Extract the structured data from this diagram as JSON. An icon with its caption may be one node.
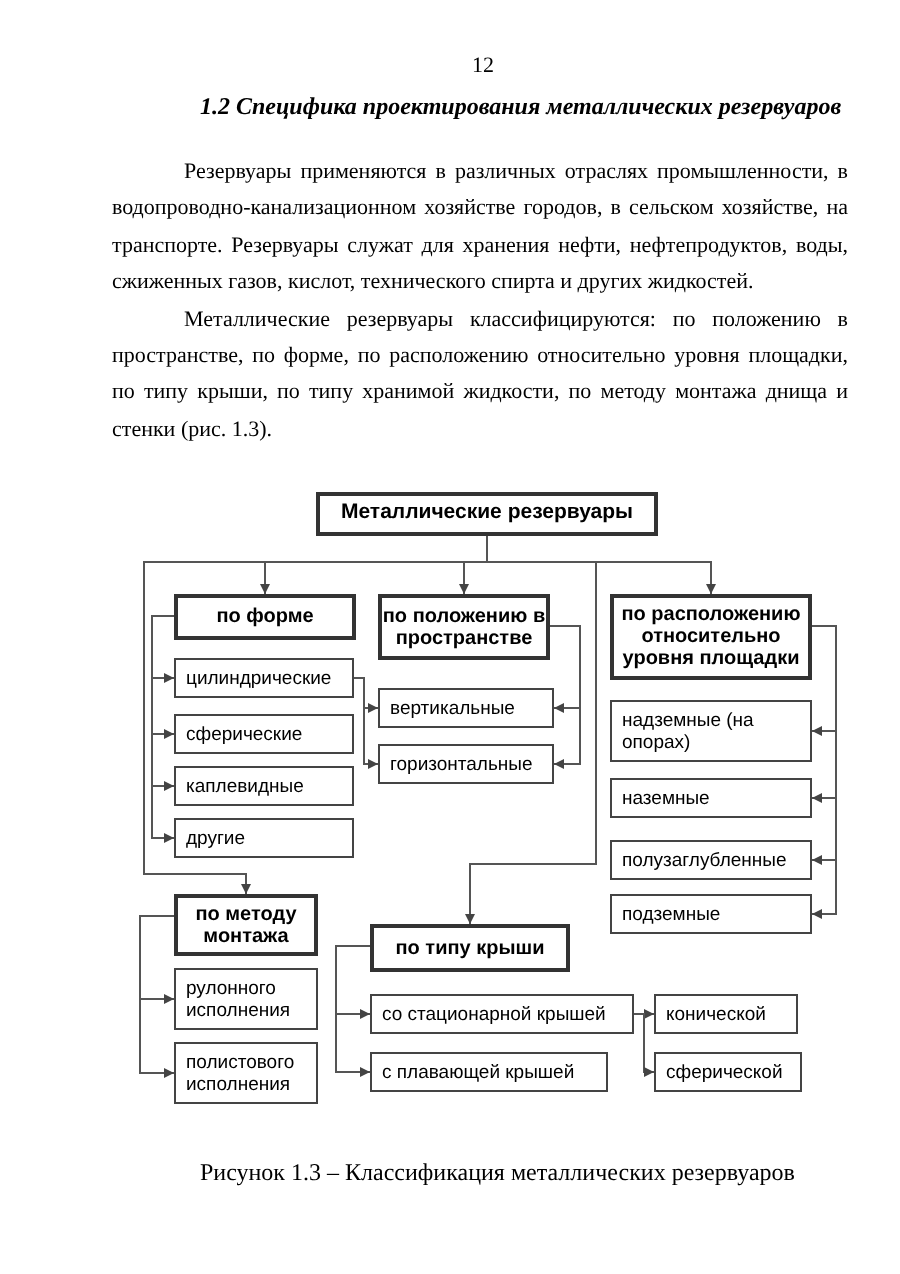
{
  "diagram": {
    "title": "1.2 Специфика проектирования металлических резервуаров",
    "caption": "Рисунок 1.3 – Классификация металлических резервуаров",
    "nodes": [
      {
        "text": [
          "Металлические резервуары"
        ]
      },
      {
        "text": [
          "по форме"
        ]
      },
      {
        "text": [
          "по положению в пространстве"
        ]
      },
      {
        "text": [
          "по расположению относительно уровня площадки"
        ]
      },
      {
        "text": [
          "цилиндрические"
        ]
      },
      {
        "text": [
          "сферические"
        ]
      },
      {
        "text": [
          "каплевидные"
        ]
      },
      {
        "text": [
          "другие"
        ]
      },
      {
        "text": [
          "вертикальные"
        ]
      },
      {
        "text": [
          "горизонтальные"
        ]
      },
      {
        "text": [
          "надземные (на опорах)"
        ]
      },
      {
        "text": [
          "наземные"
        ]
      },
      {
        "text": [
          "полузаглубленные"
        ]
      },
      {
        "text": [
          "подземные"
        ]
      },
      {
        "text": [
          "по методу монтажа"
        ]
      },
      {
        "text": [
          "по типу крыши"
        ]
      },
      {
        "text": [
          "рулонного исполнения"
        ]
      },
      {
        "text": [
          "полистового исполнения"
        ]
      },
      {
        "text": [
          "со стационарной крышей"
        ]
      },
      {
        "text": [
          "с плавающей крышей"
        ]
      },
      {
        "text": [
          "конической"
        ]
      },
      {
        "text": [
          "сферической"
        ]
      }
    ],
    "edges": [
      {
        "from": 0,
        "to": 1,
        "arrow": "to"
      },
      {
        "from": 0,
        "to": 2,
        "arrow": "to"
      },
      {
        "from": 0,
        "to": 3,
        "arrow": "to"
      },
      {
        "from": 0,
        "to": 14,
        "arrow": "to"
      },
      {
        "from": 0,
        "to": 15,
        "arrow": "to"
      },
      {
        "from": 1,
        "to": 4,
        "arrow": "to"
      },
      {
        "from": 1,
        "to": 5,
        "arrow": "to"
      },
      {
        "from": 1,
        "to": 6,
        "arrow": "to"
      },
      {
        "from": 1,
        "to": 7,
        "arrow": "to"
      },
      {
        "from": 2,
        "to": 8,
        "arrow": "to"
      },
      {
        "from": 2,
        "to": 9,
        "arrow": "to"
      },
      {
        "from": 4,
        "to": 8,
        "arrow": "to"
      },
      {
        "from": 4,
        "to": 9,
        "arrow": "to"
      },
      {
        "from": 3,
        "to": 10,
        "arrow": "to"
      },
      {
        "from": 3,
        "to": 11,
        "arrow": "to"
      },
      {
        "from": 3,
        "to": 12,
        "arrow": "to"
      },
      {
        "from": 3,
        "to": 13,
        "arrow": "to"
      },
      {
        "from": 14,
        "to": 16,
        "arrow": "to"
      },
      {
        "from": 14,
        "to": 17,
        "arrow": "to"
      },
      {
        "from": 15,
        "to": 18,
        "arrow": "to"
      },
      {
        "from": 15,
        "to": 19,
        "arrow": "to"
      },
      {
        "from": 18,
        "to": 20,
        "arrow": "to"
      },
      {
        "from": 18,
        "to": 21,
        "arrow": "to"
      }
    ],
    "labels": [
      "12",
      "Резервуары применяются в различных отраслях промышленности, в водопроводно-канализационном хозяйстве городов, в сельском хозяйстве, на транспорте. Резервуары служат для хранения нефти, нефтепродуктов, воды, сжиженных газов, кислот, технического спирта и других жидкостей.",
      "Металлические резервуары классифицируются: по положению в пространстве, по форме, по расположению относительно уровня площадки, по типу крыши, по типу хранимой жидкости, по методу монтажа днища и стенки (рис. 1.3)."
    ]
  }
}
